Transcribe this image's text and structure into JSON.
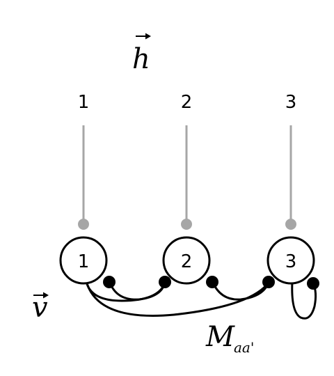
{
  "hidden_vector_label": "h",
  "visible_vector_label": "v",
  "hidden_units": [
    "1",
    "2",
    "3"
  ],
  "visible_units": [
    "1",
    "2",
    "3"
  ],
  "coupling_label": {
    "base": "M",
    "subscript": "aa'"
  },
  "colors": {
    "line": "#000000",
    "hidden_connector": "#a6a6a6",
    "background": "#ffffff"
  }
}
